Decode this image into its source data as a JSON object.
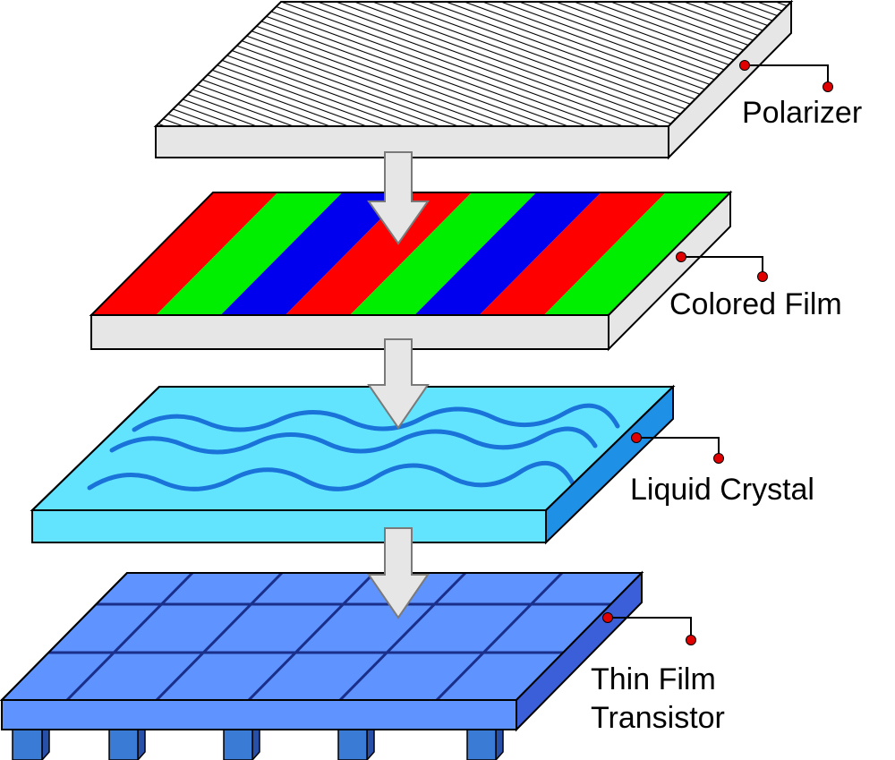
{
  "layers": [
    {
      "id": "polarizer",
      "label_lines": [
        "Polarizer"
      ],
      "order": 1
    },
    {
      "id": "colored-film",
      "label_lines": [
        "Colored Film"
      ],
      "order": 2,
      "stripe_colors": [
        "#ff0000",
        "#00ee00",
        "#0000ee",
        "#ff0000",
        "#00ee00",
        "#0000ee",
        "#ff0000",
        "#00ee00"
      ]
    },
    {
      "id": "liquid-crystal",
      "label_lines": [
        "Liquid Crystal"
      ],
      "order": 3
    },
    {
      "id": "thin-film-transistor",
      "label_lines": [
        "Thin Film",
        "Transistor"
      ],
      "order": 4
    }
  ],
  "colors": {
    "outline": "#000000",
    "plate_side": "#e6e6e6",
    "arrow_fill": "#e6e6e6",
    "arrow_stroke": "#7a7a7a",
    "callout_dot": "#e00000",
    "liquid_top": "#62e4ff",
    "liquid_side": "#1e90e6",
    "wave": "#1a73d9",
    "tft_top": "#5f93ff",
    "tft_side": "#3a5fd9",
    "tft_grid": "#1a2f8a",
    "tft_legs": "#3a7bd5"
  }
}
